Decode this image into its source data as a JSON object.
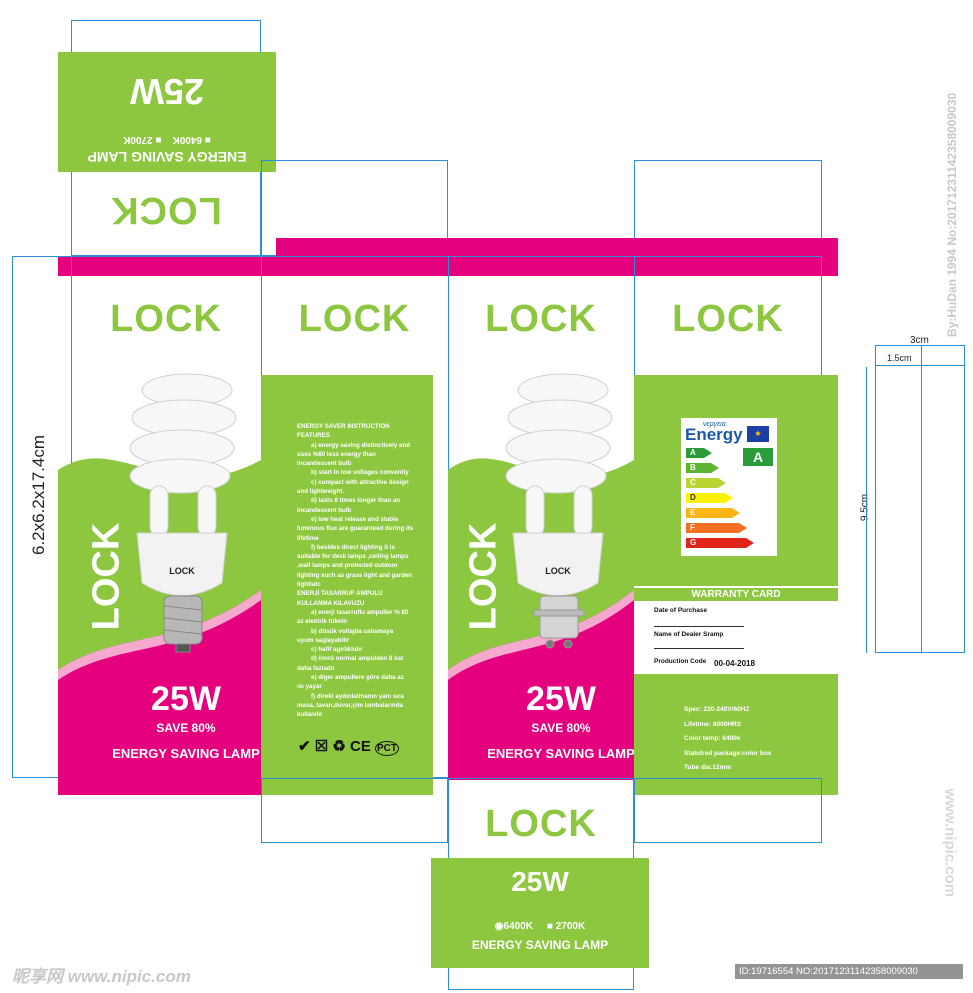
{
  "brand": "LOCK",
  "wattage": "25W",
  "save": "SAVE 80%",
  "product": "ENERGY SAVING LAMP",
  "product_flipped": "ENERGY SAVING LAMP",
  "bulb_logo": "LOCK",
  "size_label": "6.2x6.2x17.4cm",
  "options": {
    "opt1": "6400K",
    "opt2": "2700K"
  },
  "instructions": [
    "ENERGY SAVER  INSTRUCTION",
    "FEATURES",
    "a) energy saving distinctively and",
    "uses %80 less energy than",
    "incandescent bulb",
    "b) start in low voltages convently",
    "c) compact with attractive  design",
    "and lightweight.",
    "d) lasts  8  times longer than an",
    "incandescent bulb",
    "e) low heat release and stable",
    "luminous flux are guaranteed during its",
    "lifetime",
    "f) besides direct lighting it is",
    "suitable for desk lamps ,ceiling lamps",
    ",wall lamps and protected outdoor",
    "lighting such as grass light and garden",
    "lightlatc",
    "ENERJİ TASARRUF AMPULU",
    "KULLANMA KILAVUZU",
    "a) enerji tasarruflu ampuller % 80",
    "az elektrik tüketir",
    "b) düsük voltajda calısmaya",
    "uyum saglayabilir",
    "c) hafif agırlıklıdır",
    "d) ömrü normal ampulden 8 kat",
    "daha fazladır",
    "e) diger ampullere göre daha az",
    "ısı yayar",
    "f) direkt aydınlatmanın yanı sıra",
    "masa, tavan,duvar,çim lambalarında",
    "kullanılır"
  ],
  "energy": {
    "header_small": "νεργεια",
    "header": "Energy",
    "rating": "A",
    "classes": [
      "A",
      "B",
      "C",
      "D",
      "E",
      "F",
      "G"
    ],
    "colors": [
      "#2a9d3a",
      "#5bb531",
      "#b9d433",
      "#fff200",
      "#fbb616",
      "#f26f22",
      "#e0251b"
    ]
  },
  "warranty": {
    "title": "WARRANTY CARD",
    "date_label": "Date of Purchase",
    "dealer_label": "Name of Dealer Sramp",
    "code_label": "Production Code",
    "code_value": "00-04-2018"
  },
  "specs": [
    "Spec: 220-240V/60HZ",
    "Lifetime: 8000HRS",
    "Color temp: 6400k",
    "Stabdred package:color box",
    "Tube dia:12mm"
  ],
  "dims": {
    "w": "3cm",
    "w2": "1.5cm",
    "h": "9.5cm"
  },
  "watermark_right": "By:HuDan 1994 No:20171231142358009030",
  "watermark_bottom": "ID:19716554 NO:20171231142358009030",
  "site_left": "昵享网 www.nipic.com",
  "site_right": "www.nipic.com"
}
